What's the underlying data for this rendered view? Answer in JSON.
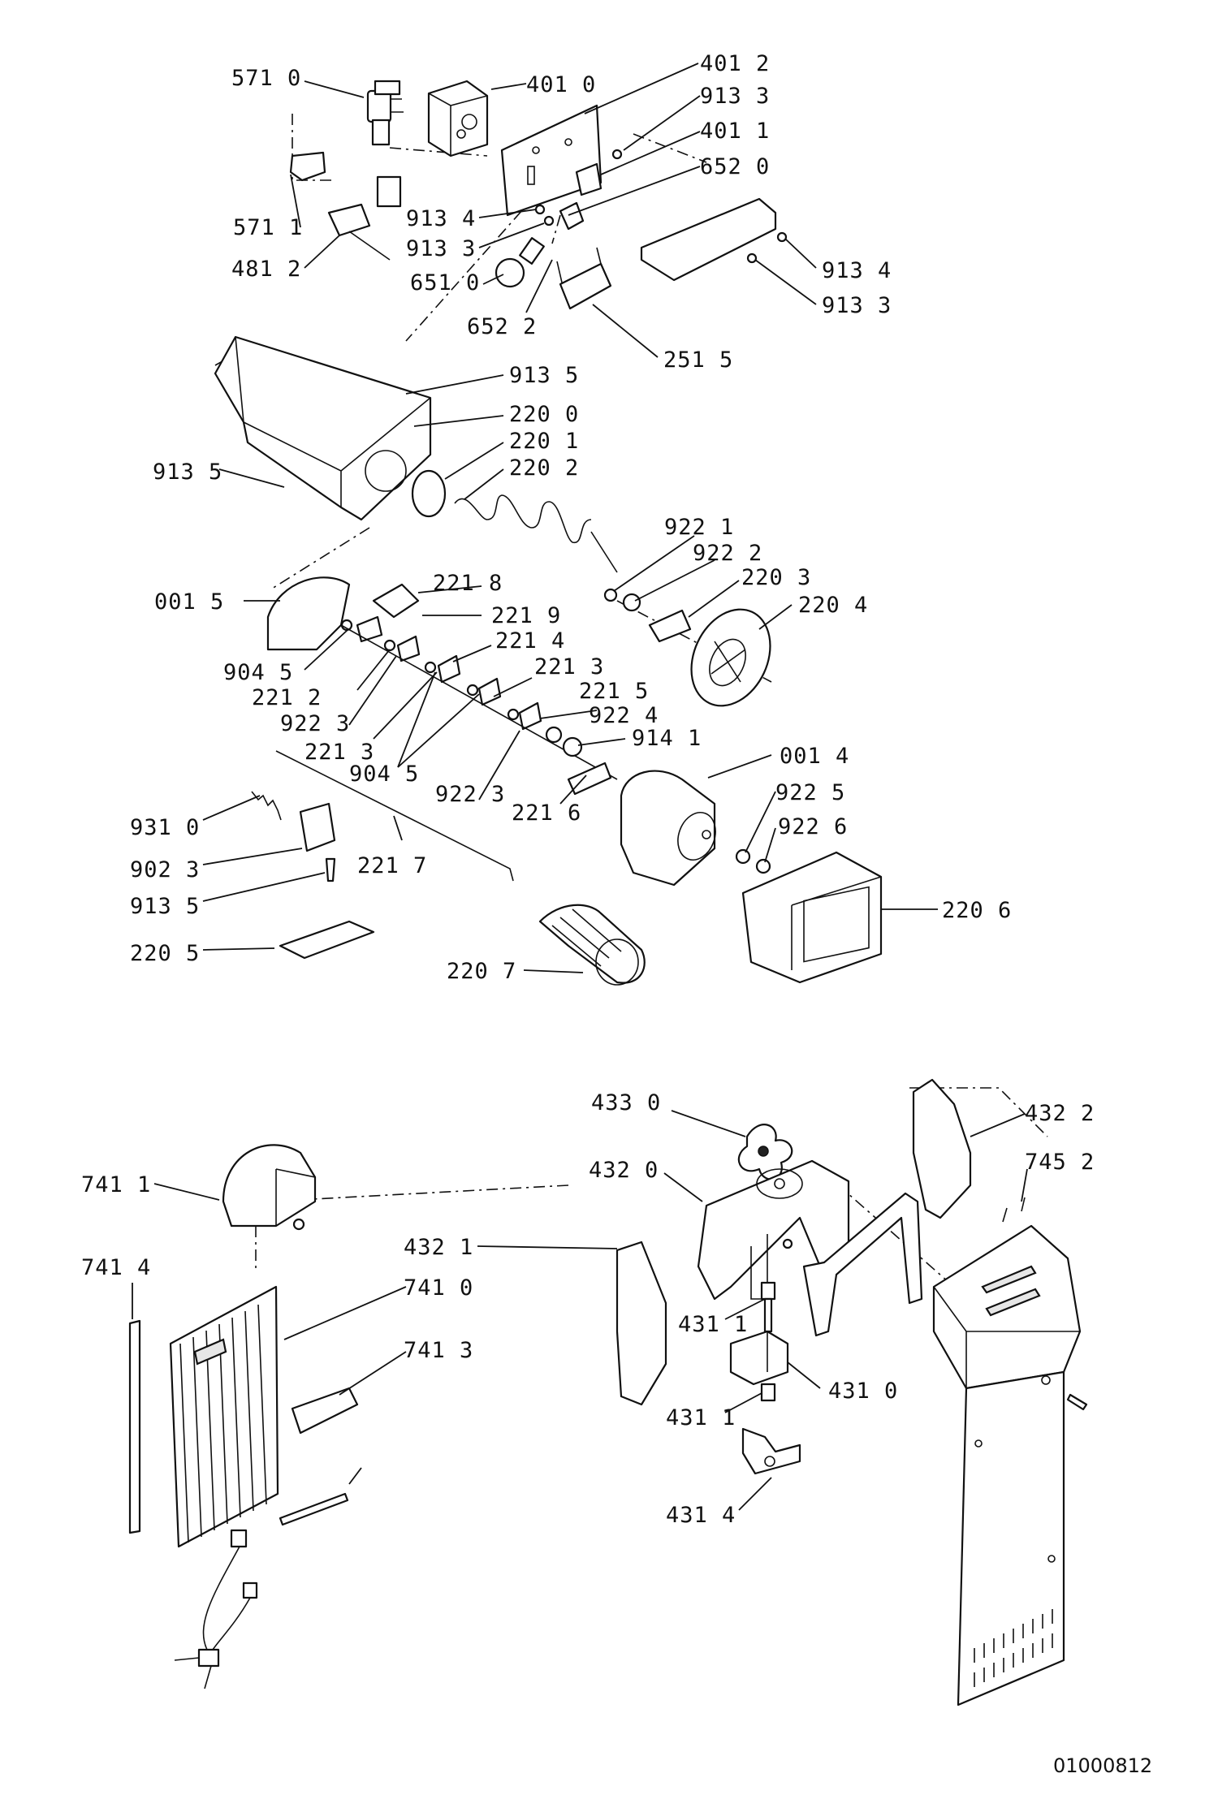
{
  "document_number": "01000812",
  "labels": {
    "l5710": "571 0",
    "l4010": "401 0",
    "l4012": "401 2",
    "l9133a": "913 3",
    "l4011": "401 1",
    "l6520": "652 0",
    "l5711": "571 1",
    "l9134a": "913 4",
    "l9133b": "913 3",
    "l4812": "481 2",
    "l6510": "651 0",
    "l6522": "652 2",
    "l9134b": "913 4",
    "l9133c": "913 3",
    "l2515": "251 5",
    "l9135a": "913 5",
    "l2200": "220 0",
    "l2201": "220 1",
    "l2202": "220 2",
    "l9135b": "913 5",
    "l9221": "922 1",
    "l9222": "922 2",
    "l0015": "001 5",
    "l2218": "221 8",
    "l2203": "220 3",
    "l2204": "220 4",
    "l2219": "221 9",
    "l2214": "221 4",
    "l9045a": "904 5",
    "l2213a": "221 3",
    "l2212": "221 2",
    "l2215": "221 5",
    "l9223a": "922 3",
    "l9224": "922 4",
    "l2213b": "221 3",
    "l9141": "914 1",
    "l9045b": "904 5",
    "l0014": "001 4",
    "l9223b": "922 3",
    "l9225": "922 5",
    "l9310": "931 0",
    "l2216": "221 6",
    "l9226": "922 6",
    "l9023": "902 3",
    "l2217": "221 7",
    "l9135c": "913 5",
    "l2206": "220 6",
    "l2205": "220 5",
    "l2207": "220 7",
    "l4330": "433 0",
    "l4322": "432 2",
    "l7411": "741 1",
    "l4320": "432 0",
    "l7452": "745 2",
    "l4321": "432 1",
    "l7414": "741 4",
    "l7410": "741 0",
    "l4311a": "431 1",
    "l7413": "741 3",
    "l4310": "431 0",
    "l4311b": "431 1",
    "l4314": "431 4"
  }
}
